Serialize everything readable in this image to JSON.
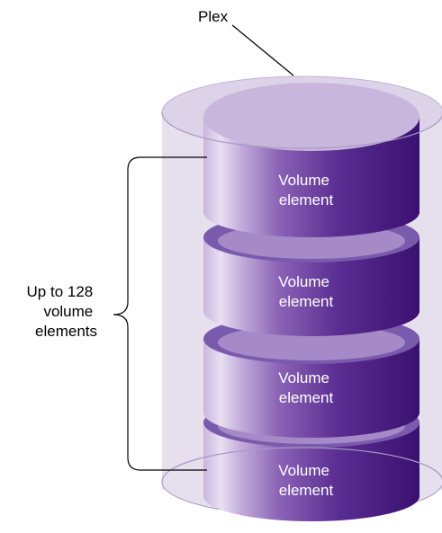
{
  "diagram": {
    "plex_label": "Plex",
    "range_label_lines": [
      "Up to 128",
      "volume",
      "elements"
    ],
    "element_label_lines": [
      "Volume",
      "element"
    ],
    "element_count_shown": 4,
    "colors": {
      "plex_fill": "#e6e0ee",
      "plex_top": "#d8cde5",
      "plex_edge": "#a898c4",
      "disk_light": "#e6dcf0",
      "disk_mid": "#9a76be",
      "disk_dark": "#3c1470",
      "disk_top": "#c8b6dc",
      "disk_lip": "#6e4ea2",
      "text_on_disk": "#ffffff",
      "ink": "#000000"
    }
  }
}
